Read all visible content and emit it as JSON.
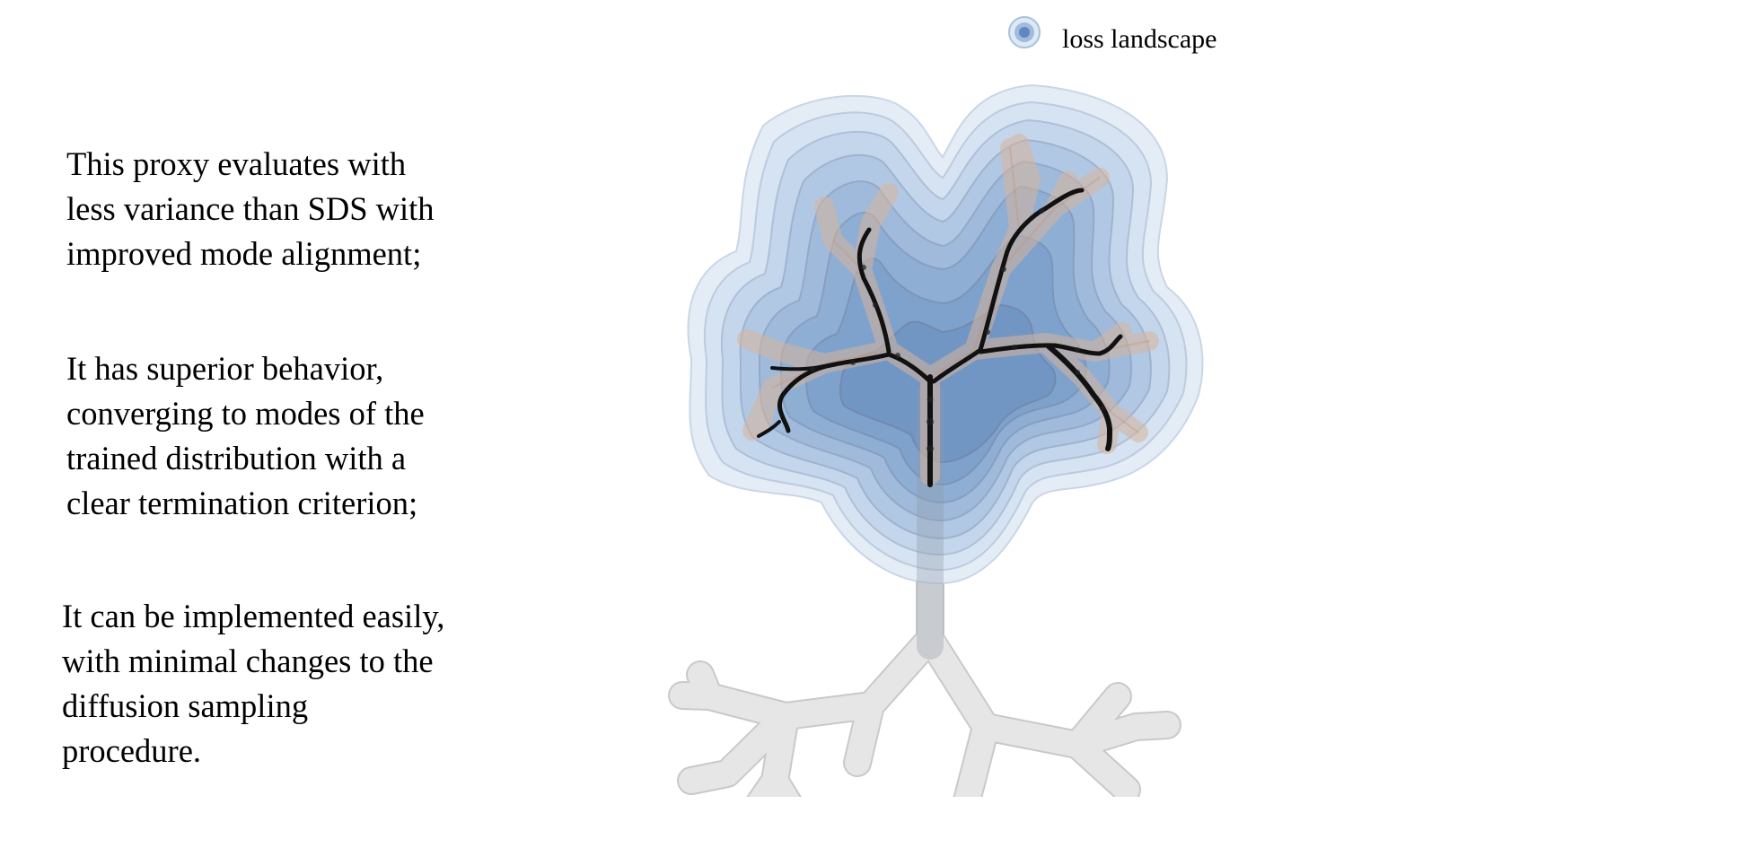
{
  "paragraphs": [
    "This proxy evaluates with\nless variance than SDS with\nimproved mode alignment;",
    "It has superior behavior,\nconverging to modes of the\ntrained distribution with a\nclear termination criterion;",
    "It can be implemented easily,\nwith minimal changes to the\ndiffusion sampling\nprocedure."
  ],
  "legend": {
    "label": "loss landscape"
  },
  "colors": {
    "landscape_light": "#dfe9f4",
    "landscape_dark": "#6f93c2",
    "contour_line": "#b9c8da",
    "tree": "#e3e3e3",
    "tree_edge": "#c9c9c9",
    "branch_highlight": "#dcae8a",
    "trajectory": "#111111"
  }
}
